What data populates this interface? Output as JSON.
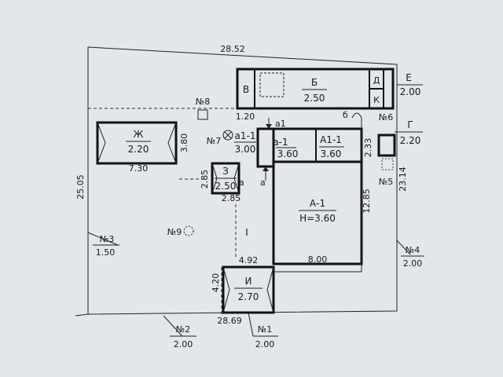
{
  "dimensions": {
    "top_width": "28.52",
    "left_height": "25.05",
    "bottom_width": "28.69",
    "right_height": "23.14",
    "zh_width": "7.30",
    "zh_height": "3.80",
    "b_offset": "1.20",
    "z_width": "2.85",
    "z_height": "2.85",
    "a1_height": "12.85",
    "a1_width": "8.00",
    "g_height": "2.33",
    "i_width": "4.92",
    "i_height": "4.20"
  },
  "buildings": {
    "b": {
      "letter": "Б",
      "height": "2.50"
    },
    "v": {
      "letter": "В"
    },
    "d": {
      "letter": "Д"
    },
    "k": {
      "letter": "К"
    },
    "e": {
      "letter": "Е",
      "height": "2.00"
    },
    "g": {
      "letter": "Г",
      "height": "2.20"
    },
    "zh": {
      "letter": "Ж",
      "height": "2.20"
    },
    "z": {
      "letter": "З",
      "height": "2.50"
    },
    "a1_1": {
      "letter": "а1-1",
      "height": "3.00"
    },
    "a_1": {
      "letter": "а-1",
      "height": "3.60"
    },
    "A1_1": {
      "letter": "А1-1",
      "height": "3.60"
    },
    "A_1": {
      "letter": "А-1",
      "height": "Н=3.60"
    },
    "i": {
      "letter": "И",
      "height": "2.70"
    }
  },
  "points": {
    "n1": {
      "label": "№1",
      "value": "2.00"
    },
    "n2": {
      "label": "№2",
      "value": "2.00"
    },
    "n3": {
      "label": "№3",
      "value": "1.50"
    },
    "n4": {
      "label": "№4",
      "value": "2.00"
    },
    "n5": "№5",
    "n6": "№6",
    "n7": "№7",
    "n8": "№8",
    "n9": "№9"
  },
  "marks": {
    "a": "а",
    "a1": "а1",
    "b6": "б",
    "courtyard": "I"
  }
}
